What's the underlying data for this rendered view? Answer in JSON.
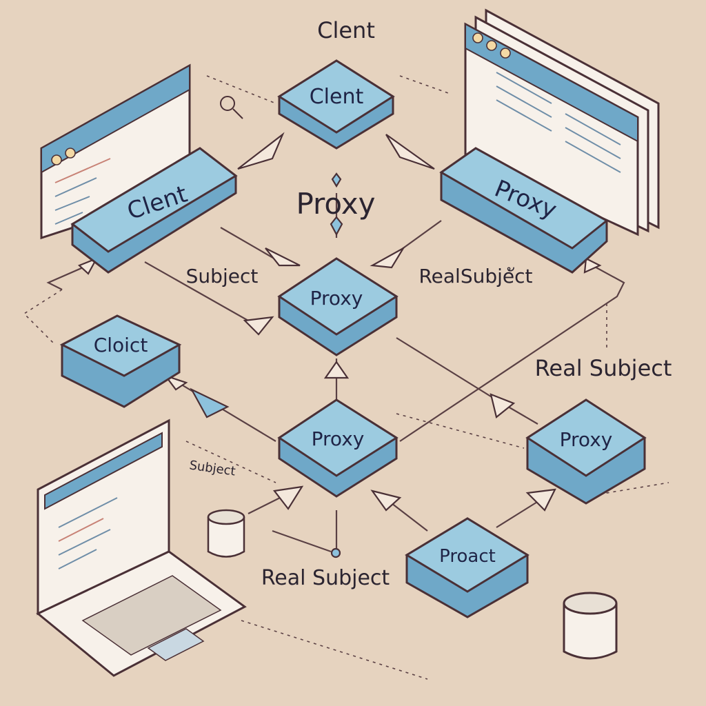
{
  "labels": {
    "top_title": "Clent",
    "center_title": "Proxy",
    "subject_left": "Subject",
    "realsubject_right": "RealSubjeัct",
    "real_subject_mid": "Real Subject",
    "subject_small": "Subject",
    "real_subject_bottom": "Real Subject"
  },
  "nodes": {
    "top": "Clent",
    "left_upper": "Clent",
    "right_upper": "Proxy",
    "center": "Proxy",
    "left_mid": "Cloict",
    "lower_center": "Proxy",
    "right_lower": "Proxy",
    "bottom_center": "Proact"
  },
  "colors": {
    "background": "#e6d3bf",
    "node_top": "#9ccbe0",
    "node_side": "#6fa8c8",
    "outline": "#4a3036",
    "text": "#1f2446"
  }
}
